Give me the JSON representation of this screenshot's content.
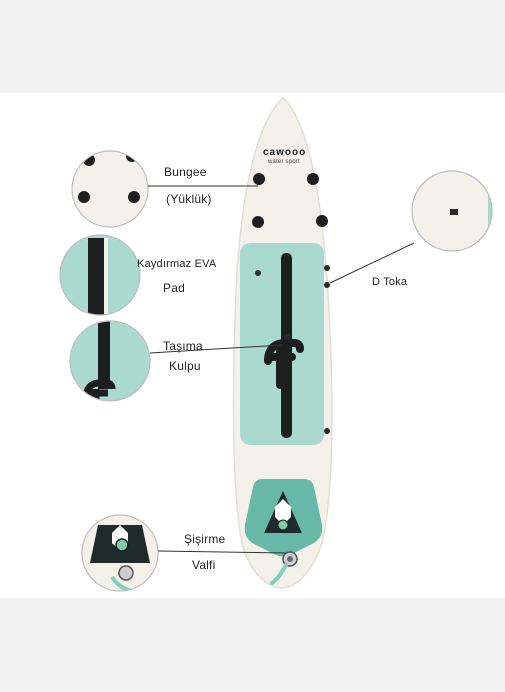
{
  "brand": {
    "logo_text": "cawooo",
    "logo_subtext": "water sport"
  },
  "callouts": {
    "bungee_line1": "Bungee",
    "bungee_line2": "(Yüklük)",
    "pad_line1": "Kaydırmaz  EVA",
    "pad_line2": "Pad",
    "dring": "D Toka",
    "handle_line1": "Taşıma",
    "handle_line2": "Kulpu",
    "valve_line1": "Şişirme",
    "valve_line2": "Valfi"
  },
  "colors": {
    "board": "#f3f1ea",
    "pad": "#a9d9cf",
    "stripe": "#1c1f1e",
    "tail_pad": "#68b8a8",
    "background": "#ffffff",
    "band": "#f2f2f2"
  }
}
